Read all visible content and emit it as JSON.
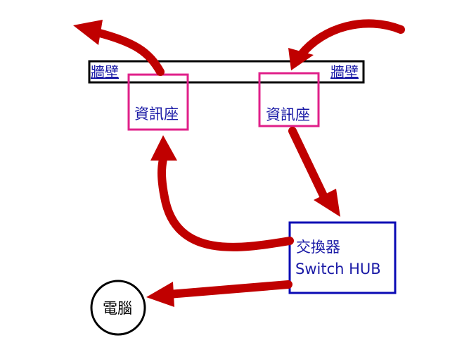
{
  "wall": {
    "label_left": "牆壁",
    "label_right": "牆壁"
  },
  "outlet_left": {
    "label": "資訊座"
  },
  "outlet_right": {
    "label": "資訊座"
  },
  "switch": {
    "label_line1": "交換器",
    "label_line2": "Switch HUB"
  },
  "computer": {
    "label": "電腦"
  },
  "colors": {
    "arrow": "#c00000",
    "outlet_border": "#e0208a",
    "switch_border": "#0a0ab4",
    "wall_border": "#000000",
    "text_blue": "#1a1aa6"
  }
}
